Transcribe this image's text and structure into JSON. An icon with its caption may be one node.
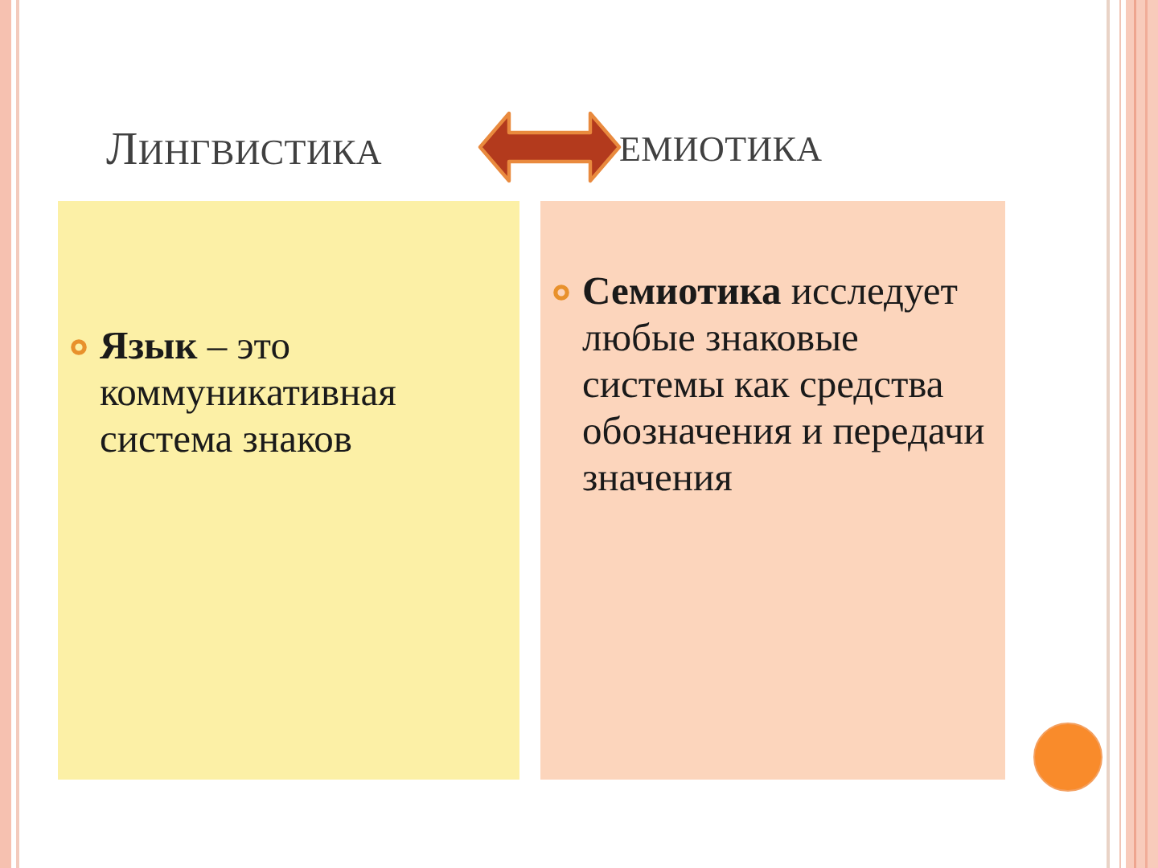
{
  "diagram": {
    "nodes": [
      {
        "text": [
          "ЛИНГВИСТИКА"
        ]
      },
      {
        "text": [
          "ЕМИОТИКА"
        ]
      },
      {
        "text": [
          "**Язык** – это коммуникативная система знаков"
        ]
      },
      {
        "text": [
          "**Семиотика** исследует любые знаковые системы как средства обозначения и передачи значения"
        ]
      }
    ],
    "edges": [
      {
        "from": 0,
        "to": 1,
        "arrow": "both",
        "style": "thick"
      }
    ]
  }
}
